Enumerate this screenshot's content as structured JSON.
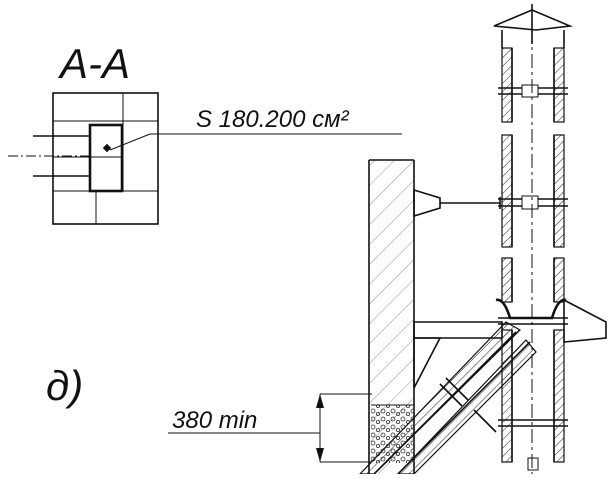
{
  "section_label": "А-А",
  "area_callout": "S 180.200 см²",
  "variant_label": "д)",
  "clearance_label": "380 min"
}
